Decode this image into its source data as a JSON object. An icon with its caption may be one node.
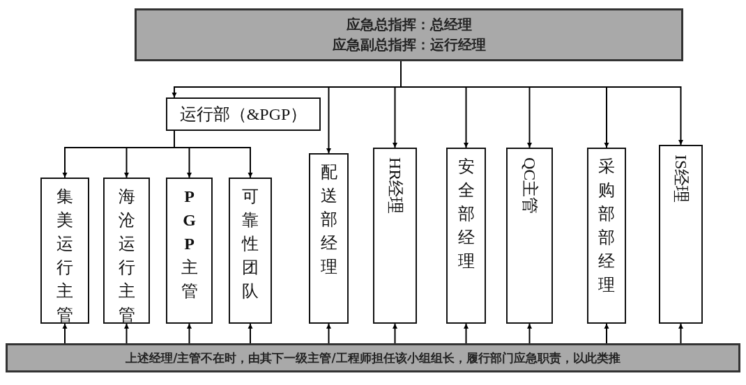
{
  "diagram": {
    "nodes": [
      {
        "text": [
          "应急总指挥：总经理",
          "应急副总指挥：运行经理"
        ]
      },
      {
        "text": [
          "运行部（&PGP）"
        ]
      },
      {
        "text": [
          "集美运行主管"
        ]
      },
      {
        "text": [
          "海沧运行主管"
        ]
      },
      {
        "text": [
          "**PGP**主管"
        ]
      },
      {
        "text": [
          "可靠性团队"
        ]
      },
      {
        "text": [
          "配送部经理"
        ]
      },
      {
        "text": [
          "HR经理"
        ]
      },
      {
        "text": [
          "安全部经理"
        ]
      },
      {
        "text": [
          "QC主管"
        ]
      },
      {
        "text": [
          "采购部部经理"
        ]
      },
      {
        "text": [
          "IS经理"
        ]
      },
      {
        "text": [
          "上述经理/主管不在时，由其下一级主管/工程师担任该小组组长，履行部门应急职责，以此类推"
        ]
      }
    ],
    "edges": [
      {
        "from": 0,
        "to": 1,
        "arrow": "to"
      },
      {
        "from": 1,
        "to": 2,
        "arrow": "to"
      },
      {
        "from": 1,
        "to": 3,
        "arrow": "to"
      },
      {
        "from": 1,
        "to": 4,
        "arrow": "to"
      },
      {
        "from": 1,
        "to": 5,
        "arrow": "to"
      },
      {
        "from": 0,
        "to": 6,
        "arrow": "to"
      },
      {
        "from": 0,
        "to": 7,
        "arrow": "to"
      },
      {
        "from": 0,
        "to": 8,
        "arrow": "to"
      },
      {
        "from": 0,
        "to": 9,
        "arrow": "to"
      },
      {
        "from": 0,
        "to": 10,
        "arrow": "to"
      },
      {
        "from": 0,
        "to": 11,
        "arrow": "to"
      },
      {
        "from": 12,
        "to": 2,
        "arrow": "to"
      },
      {
        "from": 12,
        "to": 3,
        "arrow": "to"
      },
      {
        "from": 12,
        "to": 4,
        "arrow": "to"
      },
      {
        "from": 12,
        "to": 5,
        "arrow": "to"
      },
      {
        "from": 12,
        "to": 6,
        "arrow": "to"
      },
      {
        "from": 12,
        "to": 7,
        "arrow": "to"
      },
      {
        "from": 12,
        "to": 8,
        "arrow": "to"
      },
      {
        "from": 12,
        "to": 9,
        "arrow": "to"
      },
      {
        "from": 12,
        "to": 10,
        "arrow": "to"
      },
      {
        "from": 12,
        "to": 11,
        "arrow": "to"
      }
    ]
  }
}
